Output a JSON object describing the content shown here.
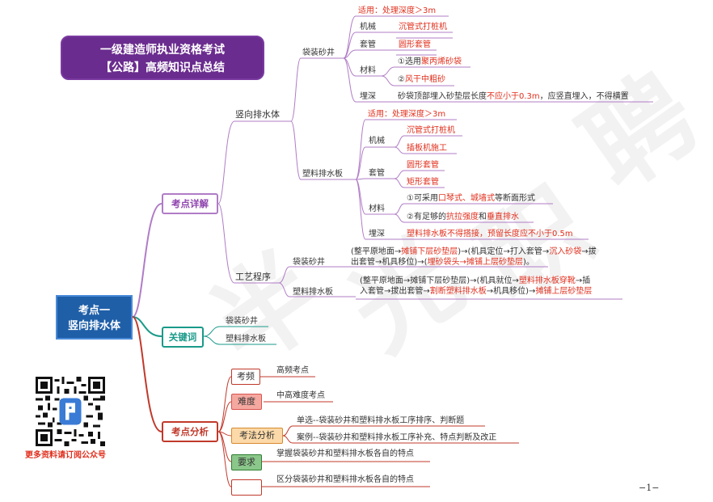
{
  "title": {
    "line1": "一级建造师执业资格考试",
    "line2": "【公路】高频知识点总结"
  },
  "root": {
    "line1": "考点一",
    "line2": "竖向排水体"
  },
  "branches": {
    "detail": "考点详解",
    "keywords": "关键词",
    "analysis": "考点分析"
  },
  "detail": {
    "vertical": "竖向排水体",
    "process": "工艺程序",
    "sand_well": "袋装砂井",
    "plastic_board": "塑料排水板",
    "sw_apply_label": "适用：",
    "sw_apply_val": "处理深度＞3m",
    "sw_machine_label": "机械",
    "sw_machine_val": "沉管式打桩机",
    "sw_casing_label": "套管",
    "sw_casing_val": "圆形套管",
    "sw_material_label": "材料",
    "sw_material_1_prefix": "①选用",
    "sw_material_1_red": "聚丙烯砂袋",
    "sw_material_2_prefix": "②",
    "sw_material_2_red": "风干中粗砂",
    "sw_bury_label": "埋深",
    "sw_bury_a": "砂袋顶部埋入砂垫层长度",
    "sw_bury_red": "不应小于0.3m",
    "sw_bury_b": "，应竖直埋入，不得横置",
    "pb_apply_label": "适用：",
    "pb_apply_val": "处理深度＞3m",
    "pb_machine_label": "机械",
    "pb_machine_1": "沉管式打桩机",
    "pb_machine_2": "插板机施工",
    "pb_casing_label": "套管",
    "pb_casing_1": "圆形套管",
    "pb_casing_2": "矩形套管",
    "pb_material_label": "材料",
    "pb_material_1_a": "①可采用",
    "pb_material_1_red": "口琴式、城墙式",
    "pb_material_1_b": "等断面形式",
    "pb_material_2_a": "②有足够的",
    "pb_material_2_red1": "抗拉强度",
    "pb_material_2_and": "和",
    "pb_material_2_red2": "垂直排水",
    "pb_bury_label": "埋深",
    "pb_bury_red1": "塑料排水板不得搭接，",
    "pb_bury_red2": "预留长度应不小于0.5m",
    "proc_sw_label": "袋装砂井",
    "proc_sw_l1_a": "(整平原地面→",
    "proc_sw_l1_r1": "摊铺下层砂垫层",
    "proc_sw_l1_b": ")→(机具定位→打入套管→",
    "proc_sw_l1_r2": "沉入砂袋",
    "proc_sw_l1_c": "→拔",
    "proc_sw_l2_a": "出套管→机具移位)→(",
    "proc_sw_l2_r": "埋砂袋头→摊铺上层砂垫层",
    "proc_sw_l2_b": ")。",
    "proc_pb_label": "塑料排水板",
    "proc_pb_l1_a": "(整平原地面→摊铺下层砂垫层)→(机具就位→",
    "proc_pb_l1_r": "塑料排水板穿靴",
    "proc_pb_l1_b": "→插",
    "proc_pb_l2_a": "入套管→拔出套管→",
    "proc_pb_l2_r1": "割断塑料排水板",
    "proc_pb_l2_b": "→机具移位)→",
    "proc_pb_l2_r2": "摊铺上层砂垫层"
  },
  "keywords": {
    "k1": "袋装砂井",
    "k2": "塑料排水板"
  },
  "analysis": {
    "freq_tag": "考频",
    "freq_val": "高频考点",
    "diff_tag": "难度",
    "diff_val": "中高难度考点",
    "method_tag": "考法分析",
    "method_1": "单选--袋装砂井和塑料排水板工序排序、判断题",
    "method_2": "案例--袋装砂井和塑料排水板工序补充、特点判断及改正",
    "req_tag": "要求",
    "req_val": "掌握袋装砂井和塑料排水板各自的特点",
    "blank_tag": "",
    "blank_val": "区分袋装砂井和塑料排水板各自的特点"
  },
  "qr_caption": "更多资料请订阅公众号",
  "page_number": "−1−",
  "colors": {
    "title_bg": "#6a2c8e",
    "root_bg": "#1f5fa8",
    "detail": "#9b59b6",
    "keywords": "#1a9a8a",
    "analysis": "#c0392b",
    "red_text": "#e0301e"
  }
}
